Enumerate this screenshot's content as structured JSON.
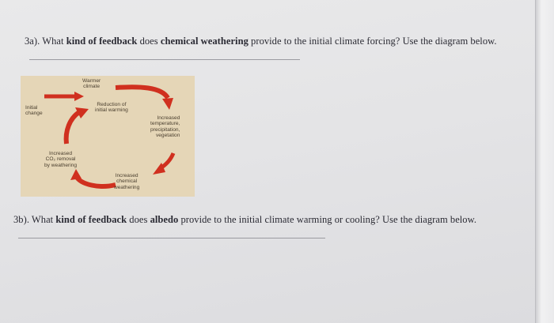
{
  "question_3a": {
    "prefix": "3a). What ",
    "bold1": "kind of feedback",
    "mid1": " does ",
    "bold2": "chemical weathering",
    "suffix": " provide to the initial climate forcing? Use the diagram below."
  },
  "diagram": {
    "initial_change": "Initial\nchange",
    "warmer_climate": "Warmer\nclimate",
    "reduction": "Reduction of\ninitial warming",
    "increased_temp": "Increased\ntemperature,\nprecipitation,\nvegetation",
    "increased_co2": "Increased\nCO₂ removal\nby weathering",
    "increased_weathering": "Increased\nchemical\nweathering",
    "arrow_color": "#d0301f"
  },
  "question_3b": {
    "prefix": "3b). What ",
    "bold1": "kind of feedback",
    "mid1": " does ",
    "bold2": "albedo",
    "suffix": " provide to the initial climate warming or cooling? Use the diagram below."
  }
}
